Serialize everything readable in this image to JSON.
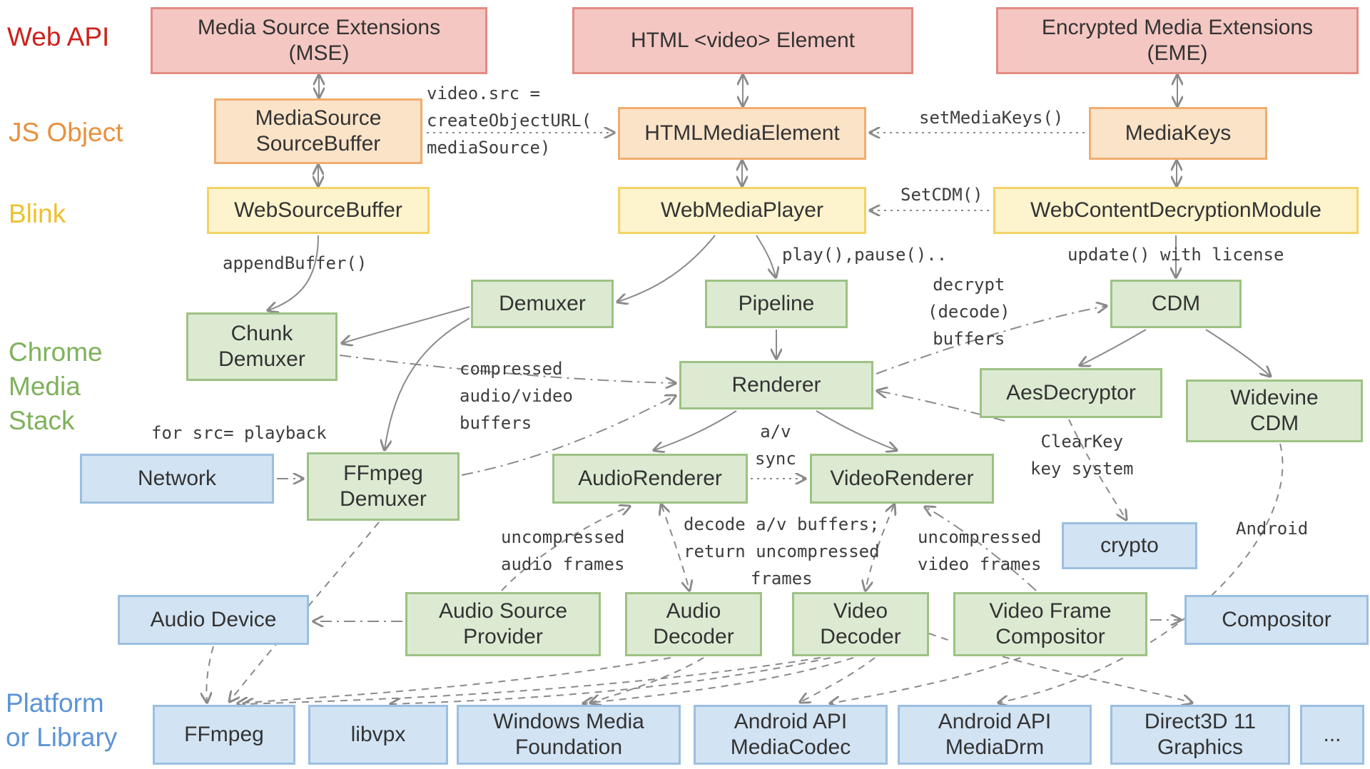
{
  "diagram": {
    "layers": {
      "web_api": {
        "label": "Web API"
      },
      "js_object": {
        "label": "JS Object"
      },
      "blink": {
        "label": "Blink"
      },
      "chrome_media_stack": {
        "label": "Chrome\nMedia\nStack"
      },
      "platform": {
        "label": "Platform\nor Library"
      }
    },
    "nodes": {
      "mse": {
        "label": "Media Source Extensions\n(MSE)"
      },
      "video_element": {
        "label": "HTML <video> Element"
      },
      "eme": {
        "label": "Encrypted Media Extensions\n(EME)"
      },
      "mediasource_sourcebuffer": {
        "label": "MediaSource\nSourceBuffer"
      },
      "htmlmediaelement": {
        "label": "HTMLMediaElement"
      },
      "mediakeys": {
        "label": "MediaKeys"
      },
      "websourcebuffer": {
        "label": "WebSourceBuffer"
      },
      "webmediaplayer": {
        "label": "WebMediaPlayer"
      },
      "webcontentdecryptionmodule": {
        "label": "WebContentDecryptionModule"
      },
      "demuxer": {
        "label": "Demuxer"
      },
      "pipeline": {
        "label": "Pipeline"
      },
      "cdm": {
        "label": "CDM"
      },
      "chunk_demuxer": {
        "label": "Chunk\nDemuxer"
      },
      "renderer": {
        "label": "Renderer"
      },
      "aes_decryptor": {
        "label": "AesDecryptor"
      },
      "widevine_cdm": {
        "label": "Widevine\nCDM"
      },
      "ffmpeg_demuxer": {
        "label": "FFmpeg\nDemuxer"
      },
      "audio_renderer": {
        "label": "AudioRenderer"
      },
      "video_renderer": {
        "label": "VideoRenderer"
      },
      "network": {
        "label": "Network"
      },
      "crypto": {
        "label": "crypto"
      },
      "audio_device": {
        "label": "Audio Device"
      },
      "audio_source_provider": {
        "label": "Audio Source\nProvider"
      },
      "audio_decoder": {
        "label": "Audio\nDecoder"
      },
      "video_decoder": {
        "label": "Video\nDecoder"
      },
      "video_frame_compositor": {
        "label": "Video Frame\nCompositor"
      },
      "compositor": {
        "label": "Compositor"
      },
      "ffmpeg": {
        "label": "FFmpeg"
      },
      "libvpx": {
        "label": "libvpx"
      },
      "windows_media_foundation": {
        "label": "Windows Media\nFoundation"
      },
      "android_mediacodec": {
        "label": "Android API\nMediaCodec"
      },
      "android_mediadrm": {
        "label": "Android API\nMediaDrm"
      },
      "direct3d11": {
        "label": "Direct3D 11\nGraphics"
      },
      "more": {
        "label": "..."
      }
    },
    "edge_labels": {
      "video_src": {
        "text": "video.src =\ncreateObjectURL(\nmediaSource)"
      },
      "set_media_keys": {
        "text": "setMediaKeys()"
      },
      "set_cdm": {
        "text": "SetCDM()"
      },
      "append_buffer": {
        "text": "appendBuffer()"
      },
      "play_pause": {
        "text": "play(),pause().."
      },
      "update_license": {
        "text": "update() with license"
      },
      "decrypt_buffers": {
        "text": "decrypt\n(decode)\nbuffers"
      },
      "compressed_buffers": {
        "text": "compressed\naudio/video\nbuffers"
      },
      "for_src_playback": {
        "text": "for src= playback"
      },
      "av_sync": {
        "text": "a/v\nsync"
      },
      "clearkey": {
        "text": "ClearKey\nkey system"
      },
      "uncompressed_audio": {
        "text": "uncompressed\naudio frames"
      },
      "decode_av": {
        "text": "decode a/v buffers;\nreturn uncompressed\nframes"
      },
      "uncompressed_video": {
        "text": "uncompressed\nvideo frames"
      },
      "android": {
        "text": "Android"
      }
    },
    "colors": {
      "layer_web_api": "#cc211b",
      "layer_js_object": "#e8913d",
      "layer_blink": "#edc12f",
      "layer_chrome_media_stack": "#7fb15a",
      "layer_platform": "#5b94d6",
      "box_web_api_fill": "#f4c7c3",
      "box_web_api_border": "#e48b85",
      "box_js_object_fill": "#fbe3c8",
      "box_js_object_border": "#efae6f",
      "box_blink_fill": "#fdf3cd",
      "box_blink_border": "#f2d367",
      "box_media_stack_fill": "#dcead2",
      "box_media_stack_border": "#9dc284",
      "box_platform_fill": "#d2e3f3",
      "box_platform_border": "#9bbfe0",
      "arrow": "#8a8a8a"
    }
  }
}
